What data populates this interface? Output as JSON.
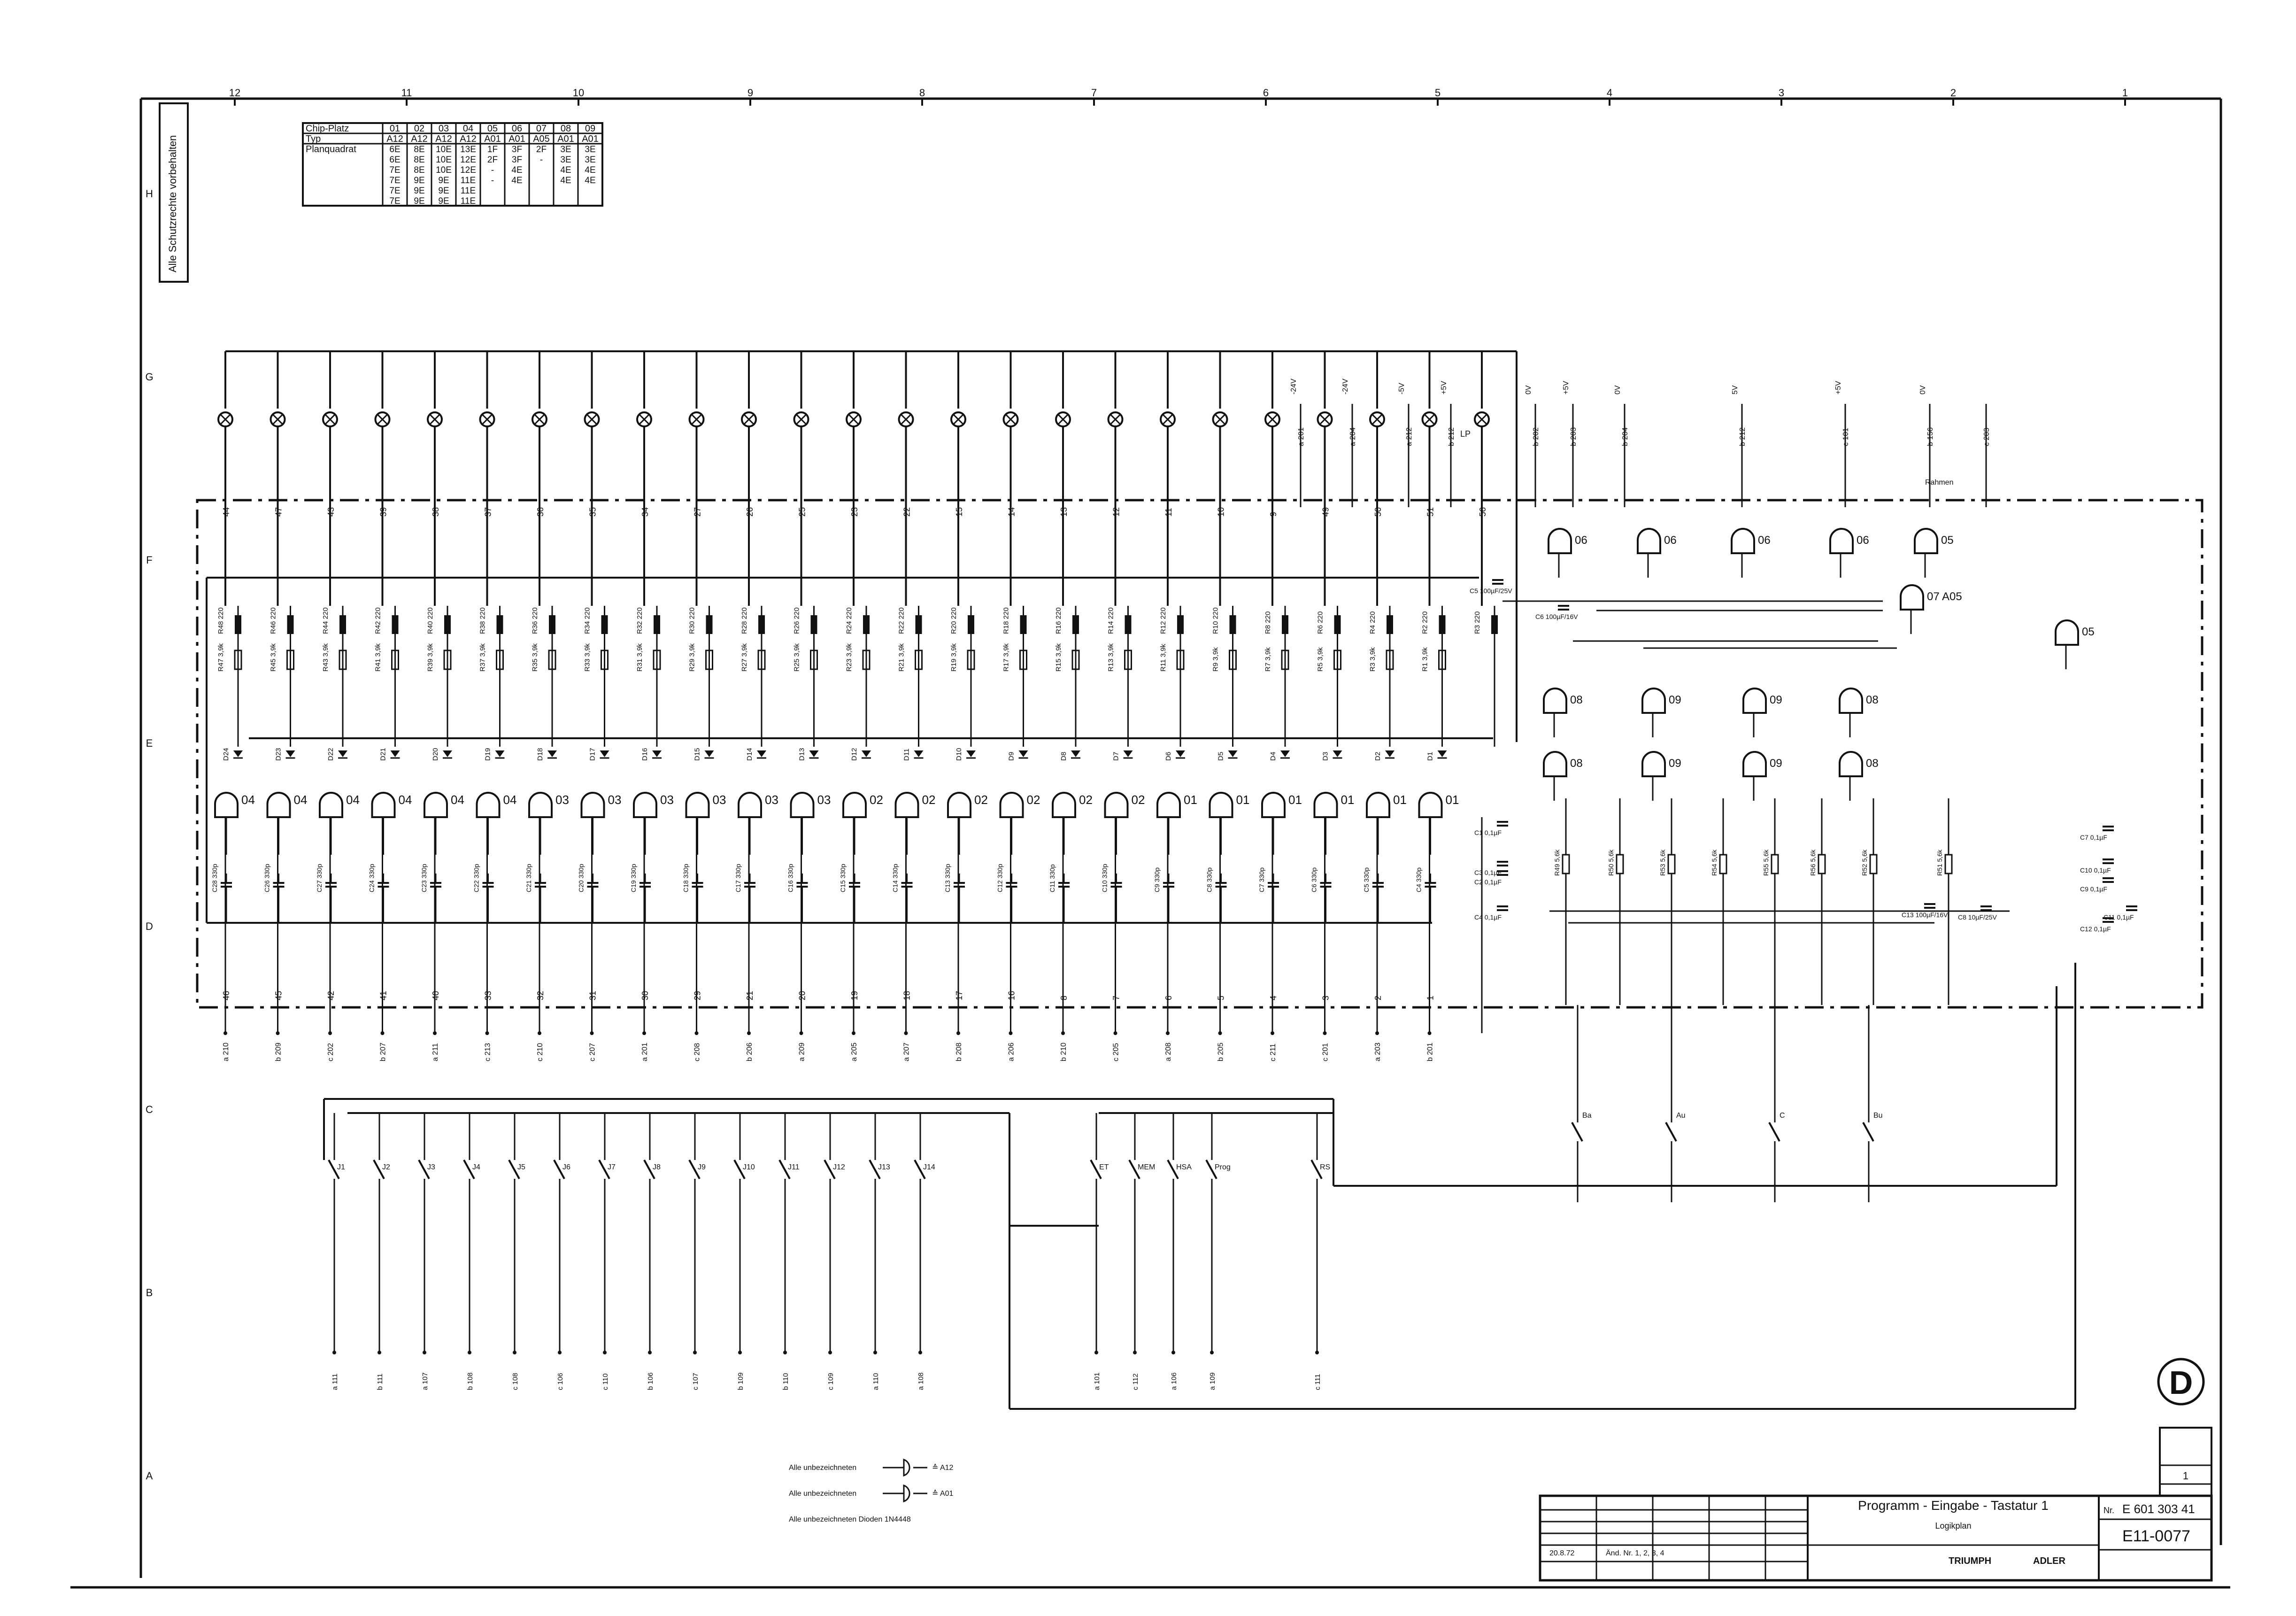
{
  "chip_table": {
    "header_label": "Chip-Platz",
    "type_label": "Typ",
    "plan_label": "Planquadrat",
    "columns": [
      {
        "platz": "01",
        "typ": "A12",
        "plan": [
          "6E",
          "6E",
          "7E",
          "7E",
          "7E",
          "7E"
        ]
      },
      {
        "platz": "02",
        "typ": "A12",
        "plan": [
          "8E",
          "8E",
          "8E",
          "9E",
          "9E",
          "9E"
        ]
      },
      {
        "platz": "03",
        "typ": "A12",
        "plan": [
          "10E",
          "10E",
          "10E",
          "9E",
          "9E",
          "9E"
        ]
      },
      {
        "platz": "04",
        "typ": "A12",
        "plan": [
          "13E",
          "12E",
          "12E",
          "11E",
          "11E",
          "11E"
        ]
      },
      {
        "platz": "05",
        "typ": "A01",
        "plan": [
          "1F",
          "2F",
          "-",
          "-",
          "",
          ""
        ]
      },
      {
        "platz": "06",
        "typ": "A01",
        "plan": [
          "3F",
          "3F",
          "4E",
          "4E",
          "",
          ""
        ]
      },
      {
        "platz": "07",
        "typ": "A05",
        "plan": [
          "2F",
          "-",
          "",
          "",
          "",
          ""
        ]
      },
      {
        "platz": "08",
        "typ": "A01",
        "plan": [
          "3E",
          "3E",
          "4E",
          "4E",
          "",
          ""
        ]
      },
      {
        "platz": "09",
        "typ": "A01",
        "plan": [
          "3E",
          "3E",
          "4E",
          "4E",
          "",
          ""
        ]
      }
    ]
  },
  "side_note": "Alle Schutzrechte vorbehalten",
  "grid_top": [
    "12",
    "11",
    "10",
    "9",
    "8",
    "7",
    "6",
    "5",
    "4",
    "3",
    "2",
    "1"
  ],
  "grid_left": [
    "H",
    "G",
    "F",
    "E",
    "D",
    "C",
    "B",
    "A"
  ],
  "lamp_pins": [
    "44",
    "47",
    "43",
    "39",
    "38",
    "37",
    "36",
    "35",
    "34",
    "27",
    "26",
    "25",
    "23",
    "22",
    "15",
    "14",
    "13",
    "12",
    "11",
    "10",
    "9",
    "49",
    "50",
    "51",
    "56"
  ],
  "resistors_top": [
    "R48 220",
    "R46 220",
    "R44 220",
    "R42 220",
    "R40 220",
    "R38 220",
    "R36 220",
    "R34 220",
    "R32 220",
    "R30 220",
    "R28 220",
    "R26 220",
    "R24 220",
    "R22 220",
    "R20 220",
    "R18 220",
    "R16 220",
    "R14 220",
    "R12 220",
    "R10 220",
    "R8 220",
    "R6 220",
    "R4 220",
    "R2 220",
    "R3 220"
  ],
  "resistors_bottom": [
    "R47 3,9k",
    "R45 3,9k",
    "R43 3,9k",
    "R41 3,9k",
    "R39 3,9k",
    "R37 3,9k",
    "R35 3,9k",
    "R33 3,9k",
    "R31 3,9k",
    "R29 3,9k",
    "R27 3,9k",
    "R25 3,9k",
    "R23 3,9k",
    "R21 3,9k",
    "R19 3,9k",
    "R17 3,9k",
    "R15 3,9k",
    "R13 3,9k",
    "R11 3,9k",
    "R9 3,9k",
    "R7 3,9k",
    "R5 3,9k",
    "R3 3,9k",
    "R1 3,9k"
  ],
  "diodes": [
    "D24",
    "D23",
    "D22",
    "D21",
    "D20",
    "D19",
    "D18",
    "D17",
    "D16",
    "D15",
    "D14",
    "D13",
    "D12",
    "D11",
    "D10",
    "D9",
    "D8",
    "D7",
    "D6",
    "D5",
    "D4",
    "D3",
    "D2",
    "D1"
  ],
  "gates_row": [
    "04",
    "04",
    "04",
    "04",
    "04",
    "04",
    "03",
    "03",
    "03",
    "03",
    "03",
    "03",
    "02",
    "02",
    "02",
    "02",
    "02",
    "02",
    "01",
    "01",
    "01",
    "01",
    "01",
    "01"
  ],
  "capacitors": [
    "C28 330p",
    "C26 330p",
    "C27 330p",
    "C24 330p",
    "C23 330p",
    "C22 330p",
    "C21 330p",
    "C20 330p",
    "C19 330p",
    "C18 330p",
    "C17 330p",
    "C16 330p",
    "C15 330p",
    "C14 330p",
    "C13 330p",
    "C12 330p",
    "C11 330p",
    "C10 330p",
    "C9 330p",
    "C8 330p",
    "C7 330p",
    "C6 330p",
    "C5 330p",
    "C4 330p"
  ],
  "bottom_pins": [
    "46",
    "45",
    "42",
    "41",
    "40",
    "33",
    "32",
    "31",
    "30",
    "29",
    "21",
    "20",
    "19",
    "18",
    "17",
    "16",
    "8",
    "7",
    "6",
    "5",
    "4",
    "3",
    "2",
    "1"
  ],
  "bottom_nets": [
    "a 210",
    "b 209",
    "c 202",
    "b 207",
    "a 211",
    "c 213",
    "c 210",
    "c 207",
    "a 201",
    "c 208",
    "b 206",
    "a 209",
    "a 205",
    "a 207",
    "b 208",
    "a 206",
    "b 210",
    "c 205",
    "a 208",
    "b 205",
    "c 211",
    "c 201",
    "a 203",
    "b 201"
  ],
  "keys_j": [
    "J1",
    "J2",
    "J3",
    "J4",
    "J5",
    "J6",
    "J7",
    "J8",
    "J9",
    "J10",
    "J11",
    "J12",
    "J13",
    "J14"
  ],
  "keys_j_nets": [
    "a 111",
    "b 111",
    "a 107",
    "b 108",
    "c 108",
    "c 106",
    "c 110",
    "b 106",
    "c 107",
    "b 109",
    "b 110",
    "c 109",
    "a 110",
    "a 108"
  ],
  "keys_func": [
    "ET",
    "MEM",
    "HSA",
    "Prog"
  ],
  "keys_func_nets": [
    "a 101",
    "c 112",
    "a 106",
    "a 109"
  ],
  "reset_key": "RS",
  "reset_net": "c 111",
  "right_gates": [
    "06",
    "06",
    "06",
    "06",
    "05",
    "07 A05",
    "05",
    "08",
    "09",
    "09",
    "08",
    "08",
    "09",
    "09",
    "08"
  ],
  "supply_labels": [
    "-24V",
    "-24V",
    "-5V",
    "+5V",
    "0V",
    "+5V",
    "0V",
    "5V",
    "+5V",
    "0V"
  ],
  "supply_nets": [
    "a 201",
    "a 204",
    "a 212",
    "b 212",
    "b 202",
    "b 203",
    "b 204",
    "b 212",
    "c 101",
    "b 156",
    "c 203"
  ],
  "right_caps": [
    "C5 100µF/25V",
    "C6 100µF/16V",
    "C13 100µF/16V",
    "C8 10µF/25V",
    "C1 0,1µF",
    "C2 0,1µF",
    "C3 0,1µF",
    "C4 0,1µF",
    "C7 0,1µF",
    "C9 0,1µF",
    "C10 0,1µF",
    "C11 0,1µF",
    "C12 0,1µF"
  ],
  "right_resistors": [
    "R49 5,6k",
    "R50 5,6k",
    "R53 5,6k",
    "R54 5,6k",
    "R55 5,6k",
    "R56 5,6k",
    "R52 5,6k",
    "R51 5,6k"
  ],
  "right_keys": [
    "Ba",
    "Au",
    "C",
    "Bu"
  ],
  "rahmen_label": "Rahmen",
  "lp_label": "LP",
  "legend": [
    {
      "text": "Alle unbezeichneten",
      "sym": "≙ A12"
    },
    {
      "text": "Alle unbezeichneten",
      "sym": "≙ A01"
    },
    {
      "text": "Alle unbezeichneten Dioden 1N4448",
      "sym": ""
    }
  ],
  "title_block": {
    "title": "Programm - Eingabe - Tastatur 1",
    "subtitle": "Logikplan",
    "doc_number_label": "Nr.",
    "doc_number": "E 601 303 41",
    "drawing_number": "E11-0077",
    "revision_text": "Änd. Nr. 1, 2, 3, 4",
    "date": "20.8.72",
    "blatt": "1",
    "company_left": "TRIUMPH",
    "company_right": "ADLER"
  },
  "revision_mark": "D"
}
